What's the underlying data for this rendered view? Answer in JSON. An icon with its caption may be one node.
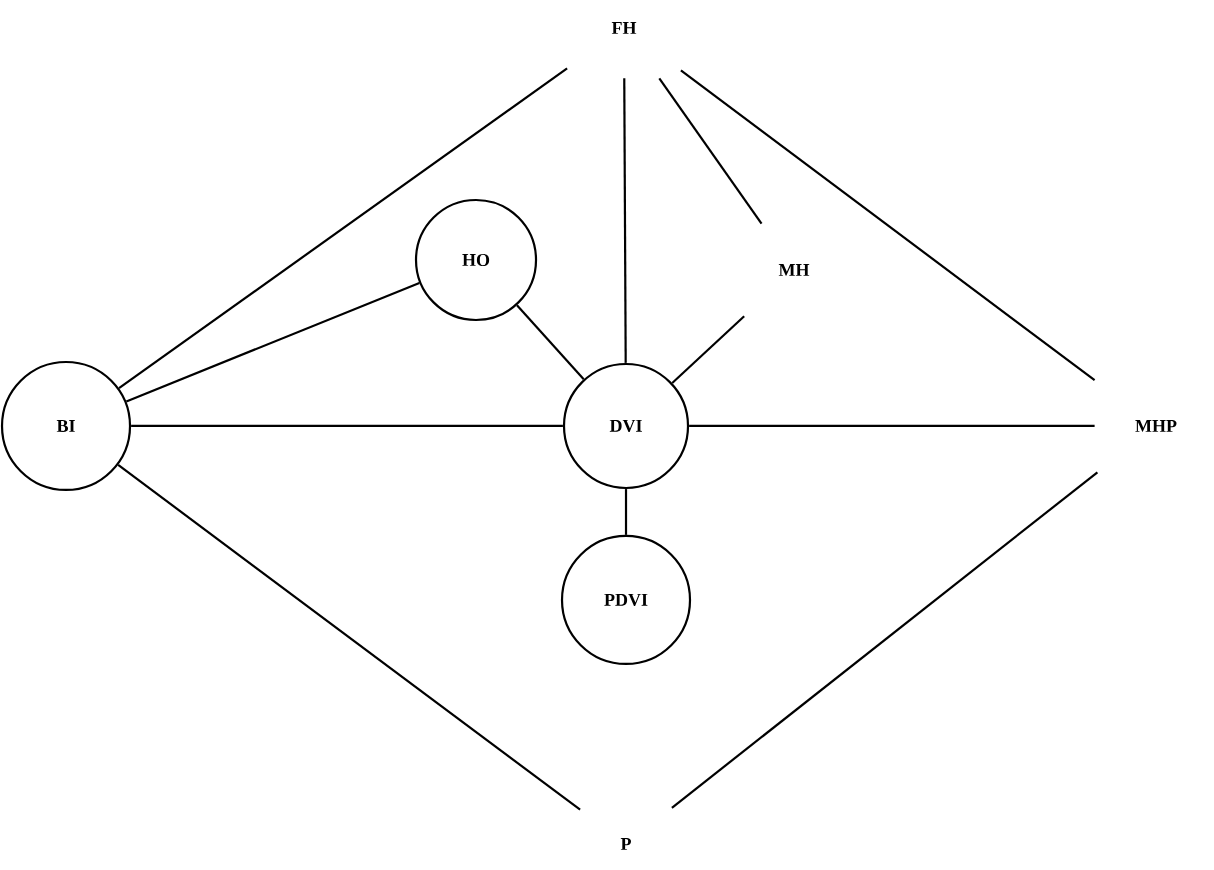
{
  "diagram": {
    "nodes": [
      {
        "text": [
          "FH"
        ]
      },
      {
        "text": [
          "HO"
        ]
      },
      {
        "text": [
          "MH"
        ]
      },
      {
        "text": [
          "BI"
        ]
      },
      {
        "text": [
          "DVI"
        ]
      },
      {
        "text": [
          "MHP"
        ]
      },
      {
        "text": [
          "PDVI"
        ]
      },
      {
        "text": [
          "P"
        ]
      }
    ],
    "edges": [
      {
        "from": 3,
        "to": 0,
        "arrow": "none"
      },
      {
        "from": 3,
        "to": 1,
        "arrow": "none"
      },
      {
        "from": 3,
        "to": 4,
        "arrow": "none"
      },
      {
        "from": 3,
        "to": 7,
        "arrow": "none"
      },
      {
        "from": 1,
        "to": 4,
        "arrow": "none"
      },
      {
        "from": 0,
        "to": 4,
        "arrow": "none"
      },
      {
        "from": 0,
        "to": 2,
        "arrow": "none"
      },
      {
        "from": 0,
        "to": 5,
        "arrow": "none"
      },
      {
        "from": 2,
        "to": 4,
        "arrow": "none"
      },
      {
        "from": 4,
        "to": 5,
        "arrow": "none"
      },
      {
        "from": 4,
        "to": 6,
        "arrow": "none"
      },
      {
        "from": 7,
        "to": 5,
        "arrow": "none"
      }
    ]
  }
}
